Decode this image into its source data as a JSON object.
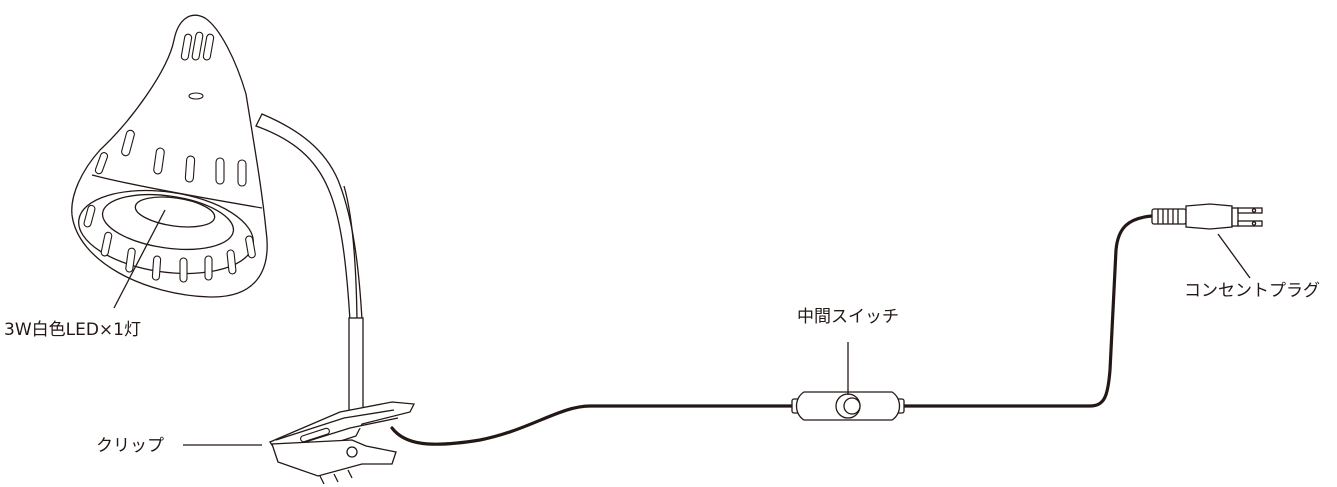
{
  "labels": {
    "led": "3W白色LED×1灯",
    "clip": "クリップ",
    "switch": "中間スイッチ",
    "plug": "コンセントプラグ"
  },
  "colors": {
    "line": "#231815",
    "background": "#ffffff"
  }
}
